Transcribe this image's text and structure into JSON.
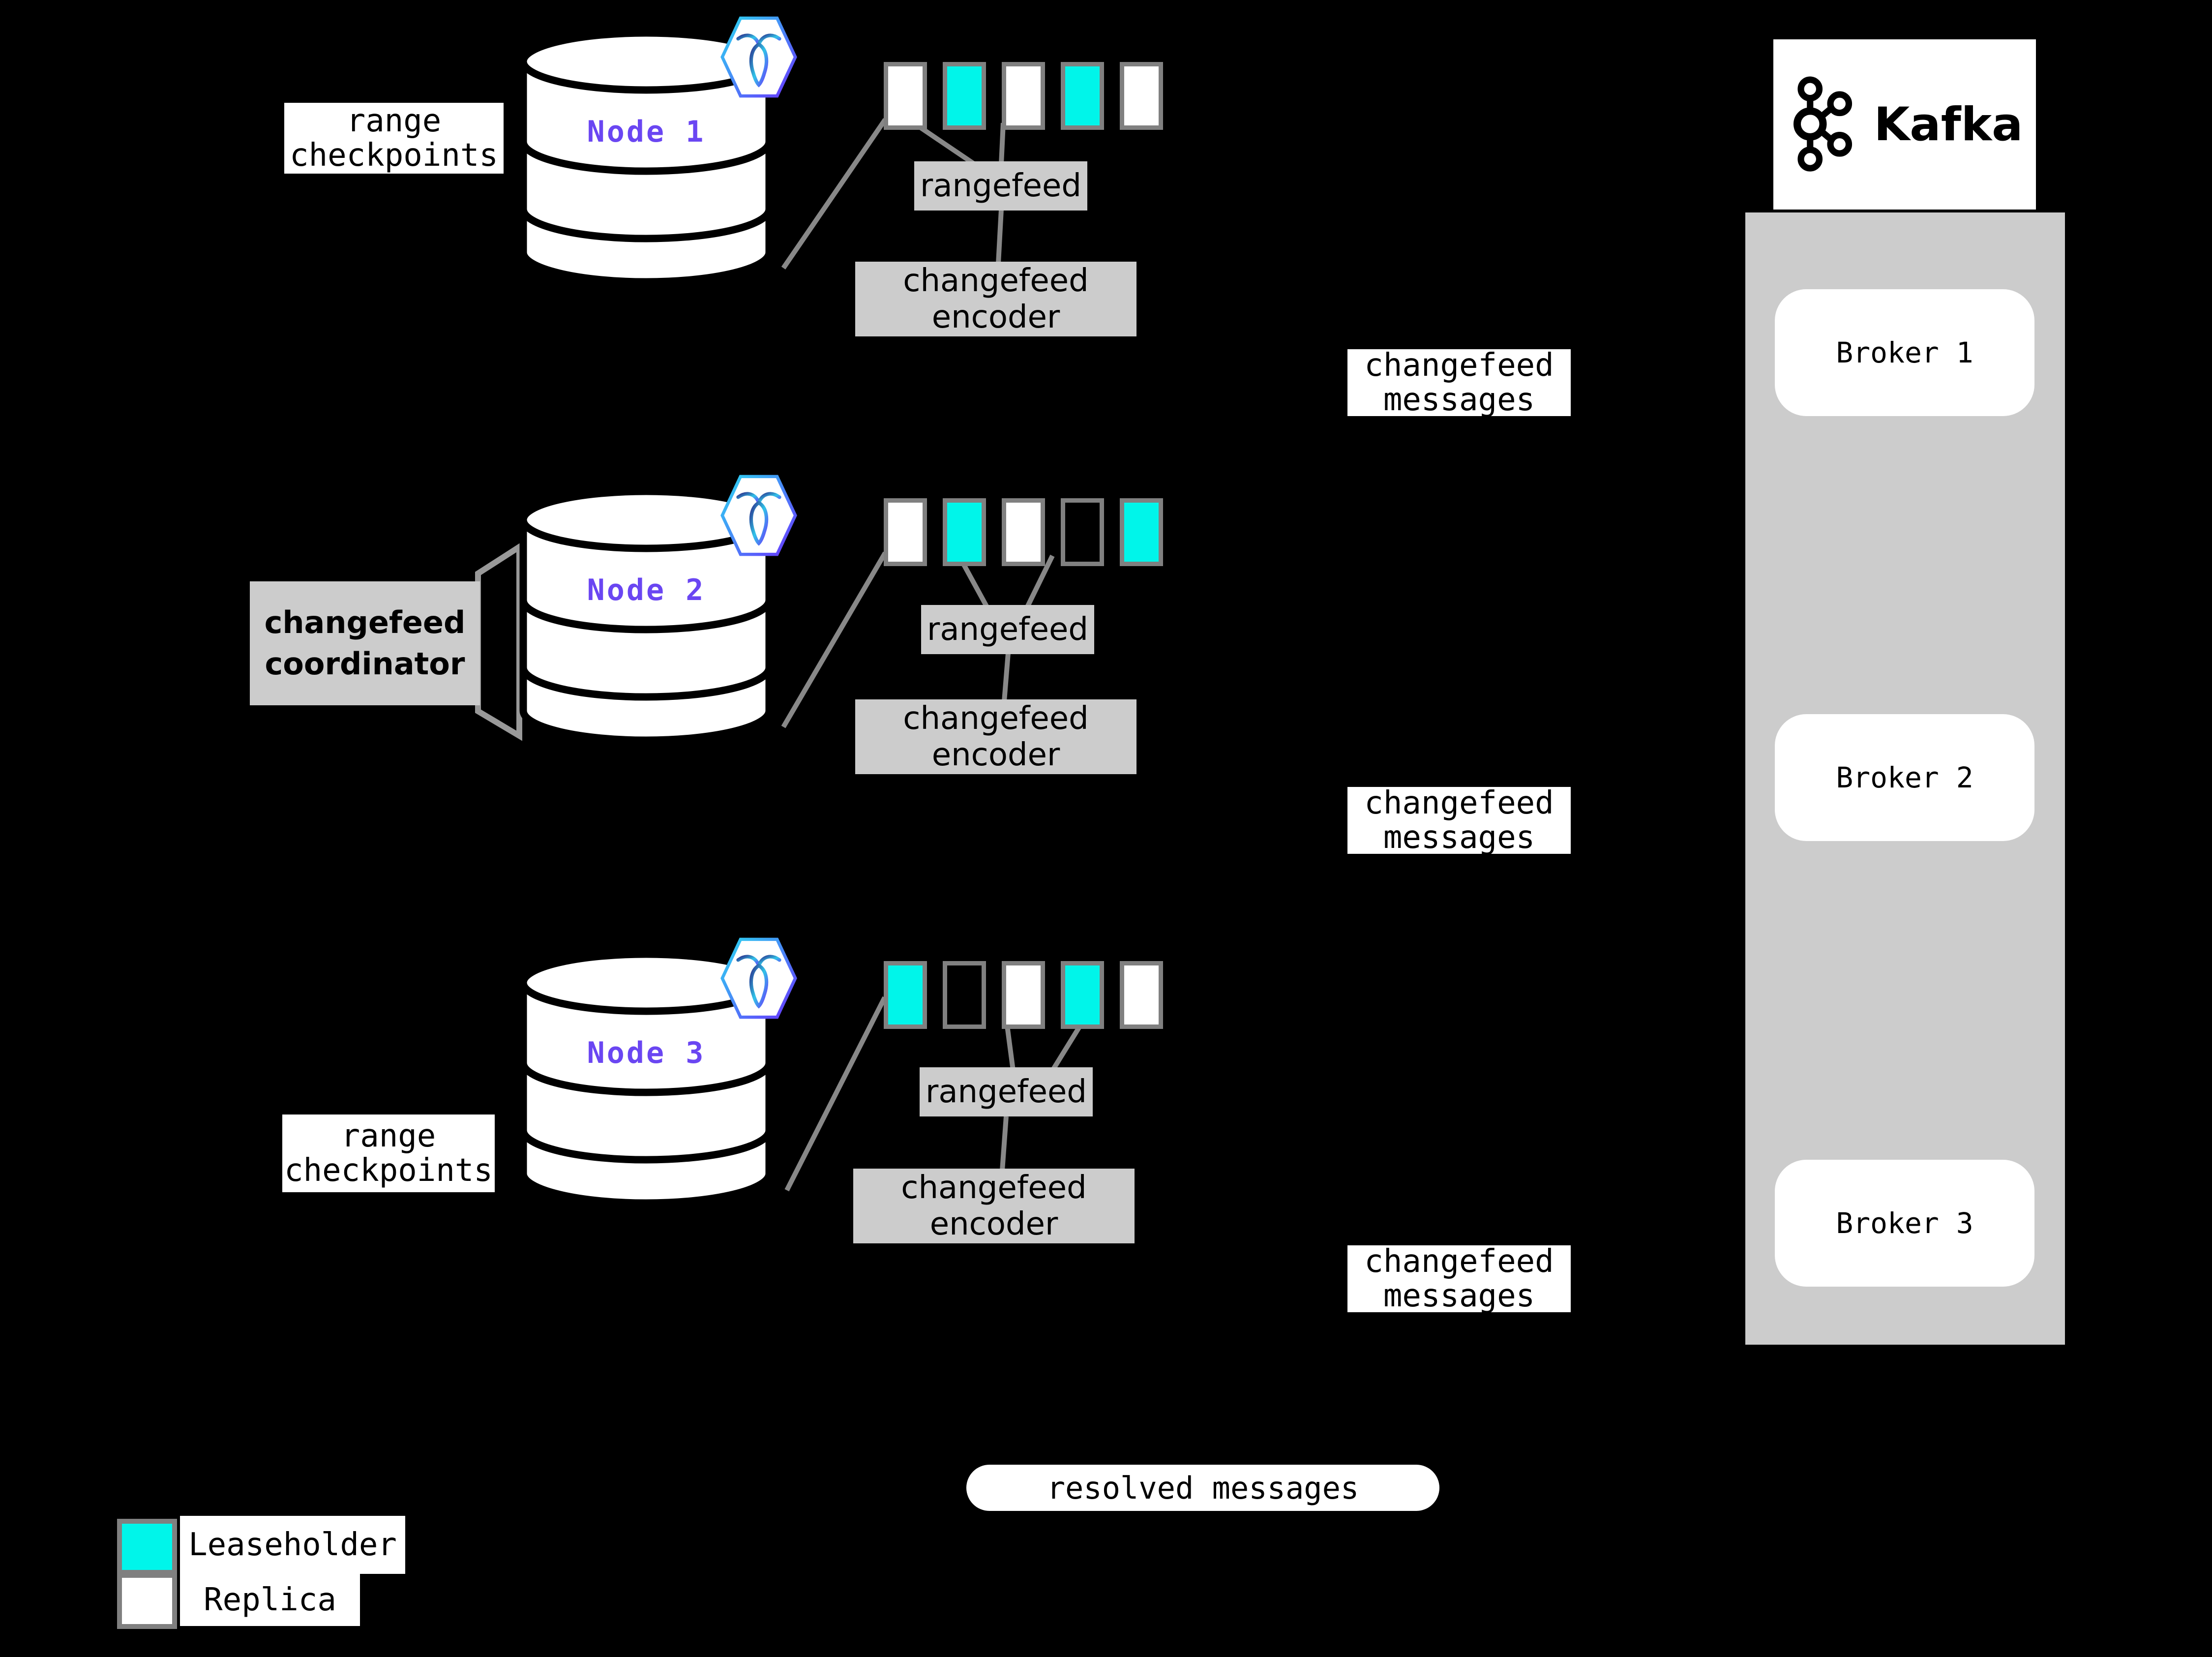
{
  "colors": {
    "leaseholder": "#00F5EA",
    "replica": "#FFFFFF",
    "empty": "transparent",
    "range_border": "#808080",
    "panel_gray": "#CCCCCC",
    "box_gray": "#CCCCCC",
    "connector_gray": "#888888",
    "node_label_purple": "#6A46F2",
    "background": "#000000"
  },
  "nodes": [
    {
      "name": "Node 1",
      "ranges": [
        "replica",
        "leaseholder",
        "replica",
        "leaseholder",
        "replica"
      ]
    },
    {
      "name": "Node 2",
      "ranges": [
        "replica",
        "leaseholder",
        "replica",
        "empty",
        "leaseholder"
      ]
    },
    {
      "name": "Node 3",
      "ranges": [
        "leaseholder",
        "empty",
        "replica",
        "leaseholder",
        "replica"
      ]
    }
  ],
  "annotations": {
    "range_checkpoints_top": [
      "range",
      "checkpoints"
    ],
    "range_checkpoints_bottom": [
      "range",
      "checkpoints"
    ],
    "changefeed_coordinator": [
      "changefeed",
      "coordinator"
    ],
    "changefeed_messages": [
      "changefeed",
      "messages"
    ],
    "resolved_messages": "resolved messages"
  },
  "pipeline": {
    "rangefeed": "rangefeed",
    "changefeed_encoder": [
      "changefeed",
      "encoder"
    ]
  },
  "kafka": {
    "title": "Kafka",
    "brokers": [
      "Broker 1",
      "Broker 2",
      "Broker 3"
    ]
  },
  "legend": {
    "items": [
      {
        "type": "leaseholder",
        "label": "Leaseholder"
      },
      {
        "type": "replica",
        "label": "Replica"
      }
    ]
  }
}
